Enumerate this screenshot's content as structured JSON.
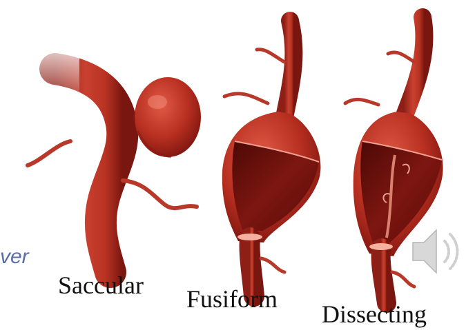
{
  "labels": {
    "saccular": "Saccular",
    "fusiform": "Fusiform",
    "dissecting": "Dissecting"
  },
  "cropped_text": "ver",
  "colors": {
    "vessel": "#c0392b",
    "vessel_dark": "#8e1f16",
    "interior": "#6d0f0a",
    "highlight": "#e8776a"
  },
  "icons": {
    "audio": "speaker-icon"
  }
}
